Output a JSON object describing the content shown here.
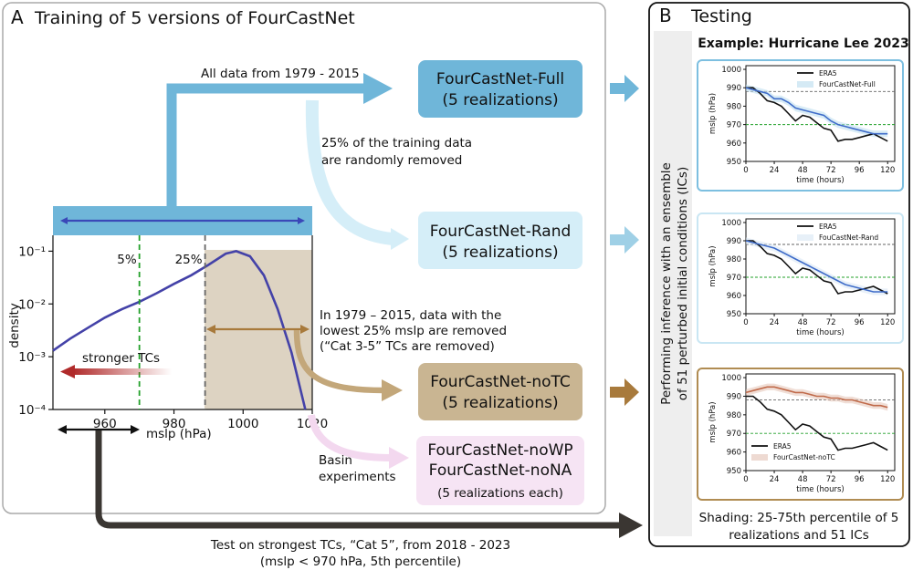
{
  "panel_a": {
    "letter": "A",
    "title": "Training of 5 versions of FourCastNet",
    "all_data_label": "All data from 1979 - 2015",
    "rand_note_1": "25% of the training data",
    "rand_note_2": "are randomly removed",
    "notc_note_1": "In 1979 – 2015, data with the",
    "notc_note_2": "lowest 25% mslp are removed",
    "notc_note_3": "(“Cat 3-5” TCs are removed)",
    "basin_1": "Basin",
    "basin_2": "experiments",
    "box_full_1": "FourCastNet-Full",
    "box_full_2": "(5 realizations)",
    "box_rand_1": "FourCastNet-Rand",
    "box_rand_2": "(5 realizations)",
    "box_notc_1": "FourCastNet-noTC",
    "box_notc_2": "(5 realizations)",
    "box_basin_1": "FourCastNet-noWP",
    "box_basin_2": "FourCastNet-noNA",
    "box_basin_3": "(5 realizations each)",
    "test_1": "Test on strongest TCs, “Cat 5”, from 2018 - 2023",
    "test_2": "(mslp < 970 hPa, 5th percentile)",
    "density_plot": {
      "ylabel": "density",
      "xlabel": "mslp (hPa)",
      "xticks": [
        "960",
        "980",
        "1000",
        "1020"
      ],
      "yticks": [
        "10⁻¹",
        "10⁻²",
        "10⁻³",
        "10⁻⁴"
      ],
      "p5": "5%",
      "p25": "25%",
      "stronger": "stronger TCs"
    }
  },
  "panel_b": {
    "letter": "B",
    "title": "Testing",
    "vertical_1": "Performing inference with an ensemble",
    "vertical_2": "of 51 perturbed initial conditions (ICs)",
    "example": "Example: Hurricane Lee 2023",
    "shading_1": "Shading: 25-75th percentile of 5",
    "shading_2": "realizations and 51 ICs"
  },
  "colors": {
    "full": "#6fb6d9",
    "rand": "#d5eef8",
    "notc": "#c9b592",
    "basin": "#f6e4f4",
    "era5": "#111111",
    "model_line": "#3f6cc9",
    "notc_line": "#c06a4a"
  },
  "chart_data": [
    {
      "type": "line",
      "name_tag": "density",
      "x": [
        945,
        950,
        955,
        960,
        965,
        970,
        975,
        980,
        985,
        990,
        995,
        998,
        1002,
        1006,
        1010,
        1014,
        1018
      ],
      "series": [
        {
          "values": [
            0.0013,
            0.0022,
            0.0035,
            0.0055,
            0.008,
            0.011,
            0.016,
            0.024,
            0.035,
            0.055,
            0.09,
            0.1,
            0.08,
            0.035,
            0.008,
            0.0012,
            0.0001
          ]
        }
      ],
      "xlabel": "mslp (hPa)",
      "ylabel": "density",
      "xlim": [
        945,
        1020
      ],
      "ylim": [
        0.0001,
        0.2
      ],
      "yscale": "log",
      "annotations": [
        "5%",
        "25%",
        "stronger TCs"
      ]
    },
    {
      "type": "line",
      "name_tag": "full",
      "x": [
        0,
        6,
        12,
        18,
        24,
        30,
        36,
        42,
        48,
        54,
        60,
        66,
        72,
        78,
        84,
        90,
        96,
        102,
        108,
        114,
        120
      ],
      "series": [
        {
          "name": "ERA5",
          "values": [
            990,
            990,
            987,
            983,
            982,
            980,
            976,
            972,
            975,
            974,
            971,
            968,
            967,
            961,
            962,
            962,
            963,
            964,
            965,
            963,
            961
          ]
        },
        {
          "name": "FourCastNet-Full",
          "values": [
            990,
            989,
            988,
            987,
            984,
            984,
            982,
            979,
            978,
            977,
            976,
            975,
            972,
            970,
            969,
            968,
            967,
            966,
            965,
            965,
            965
          ]
        }
      ],
      "xlabel": "time (hours)",
      "ylabel": "mslp (hPa)",
      "xlim": [
        0,
        126
      ],
      "ylim": [
        950,
        1002
      ],
      "xticks": [
        0,
        24,
        48,
        72,
        96,
        120
      ],
      "yticks": [
        950,
        960,
        970,
        980,
        990,
        1000
      ],
      "legend": "top-right",
      "hlines": [
        988,
        970
      ]
    },
    {
      "type": "line",
      "name_tag": "rand",
      "x": [
        0,
        6,
        12,
        18,
        24,
        30,
        36,
        42,
        48,
        54,
        60,
        66,
        72,
        78,
        84,
        90,
        96,
        102,
        108,
        114,
        120
      ],
      "series": [
        {
          "name": "ERA5",
          "values": [
            990,
            990,
            987,
            983,
            982,
            980,
            976,
            972,
            975,
            974,
            971,
            968,
            967,
            961,
            962,
            962,
            963,
            964,
            965,
            963,
            961
          ]
        },
        {
          "name": "FouCastNet-Rand",
          "values": [
            990,
            989,
            988,
            987,
            986,
            984,
            982,
            980,
            978,
            976,
            974,
            972,
            970,
            968,
            966,
            965,
            964,
            963,
            962,
            962,
            962
          ]
        }
      ],
      "xlabel": "time (hours)",
      "ylabel": "mslp (hPa)",
      "xlim": [
        0,
        126
      ],
      "ylim": [
        950,
        1002
      ],
      "xticks": [
        0,
        24,
        48,
        72,
        96,
        120
      ],
      "yticks": [
        950,
        960,
        970,
        980,
        990,
        1000
      ],
      "legend": "top-right",
      "hlines": [
        988,
        970
      ]
    },
    {
      "type": "line",
      "name_tag": "notc",
      "x": [
        0,
        6,
        12,
        18,
        24,
        30,
        36,
        42,
        48,
        54,
        60,
        66,
        72,
        78,
        84,
        90,
        96,
        102,
        108,
        114,
        120
      ],
      "series": [
        {
          "name": "ERA5",
          "values": [
            990,
            990,
            987,
            983,
            982,
            980,
            976,
            972,
            975,
            974,
            971,
            968,
            967,
            961,
            962,
            962,
            963,
            964,
            965,
            963,
            961
          ]
        },
        {
          "name": "FourCastNet-noTC",
          "values": [
            992,
            993,
            994,
            995,
            995,
            994,
            993,
            992,
            992,
            991,
            990,
            990,
            989,
            989,
            988,
            988,
            987,
            986,
            985,
            985,
            984
          ]
        }
      ],
      "xlabel": "time (hours)",
      "ylabel": "mslp (hPa)",
      "xlim": [
        0,
        126
      ],
      "ylim": [
        950,
        1002
      ],
      "xticks": [
        0,
        24,
        48,
        72,
        96,
        120
      ],
      "yticks": [
        950,
        960,
        970,
        980,
        990,
        1000
      ],
      "legend": "bottom-left",
      "hlines": [
        988,
        970
      ]
    }
  ]
}
